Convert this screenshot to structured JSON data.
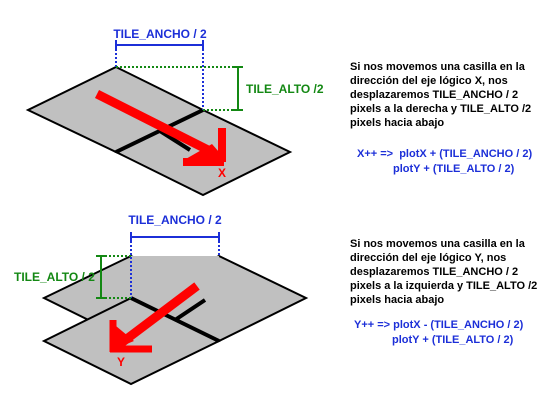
{
  "colors": {
    "tile_fill": "#c0c0c0",
    "tile_border": "#000000",
    "arrow": "#ff0000",
    "axis_label": "#ff0000",
    "width_marker": "#1c2fd8",
    "height_marker": "#138813",
    "formula_text": "#1c2fd8",
    "body_text": "#000000"
  },
  "top_diagram": {
    "width_label": "TILE_ANCHO / 2",
    "height_label": "TILE_ALTO /2",
    "axis_label": "X",
    "description": "Si nos movemos una casilla en la dirección del eje lógico X, nos desplazaremos TILE_ANCHO / 2 pixels a la derecha y TILE_ALTO /2 pixels hacia abajo",
    "formula_line1": "X++ =>  plotX + (TILE_ANCHO / 2)",
    "formula_line2": "plotY + (TILE_ALTO / 2)"
  },
  "bottom_diagram": {
    "width_label": "TILE_ANCHO / 2",
    "height_label": "TILE_ALTO / 2",
    "axis_label": "Y",
    "description": "Si nos movemos una casilla en la dirección del eje lógico Y, nos desplazaremos TILE_ANCHO / 2 pixels a la izquierda y TILE_ALTO /2 pixels hacia abajo",
    "formula_line1": "Y++ => plotX - (TILE_ANCHO / 2)",
    "formula_line2": "plotY + (TILE_ALTO / 2)"
  }
}
